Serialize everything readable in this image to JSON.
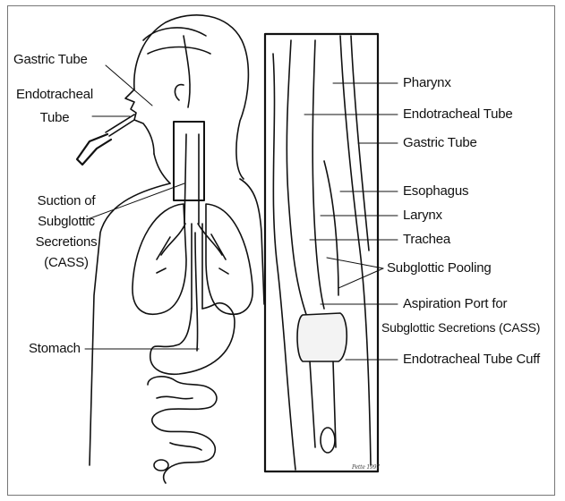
{
  "left_labels": {
    "gastric_tube": "Gastric Tube",
    "endotracheal_tube_line1": "Endotracheal",
    "endotracheal_tube_line2": "Tube",
    "suction_line1": "Suction of",
    "suction_line2": "Subglottic",
    "suction_line3": "Secretions",
    "suction_line4": "(CASS)",
    "stomach": "Stomach"
  },
  "right_labels": {
    "pharynx": "Pharynx",
    "endotracheal_tube": "Endotracheal Tube",
    "gastric_tube": "Gastric Tube",
    "esophagus": "Esophagus",
    "larynx": "Larynx",
    "trachea": "Trachea",
    "subglottic_pooling": "Subglottic Pooling",
    "aspiration_port_line1": "Aspiration Port for",
    "aspiration_port_line2": "Subglottic Secretions (CASS)",
    "cuff": "Endotracheal Tube Cuff"
  },
  "artist_signature": "Pette 1997",
  "colors": {
    "ink": "#111111",
    "frame": "#777777",
    "background": "#ffffff"
  }
}
